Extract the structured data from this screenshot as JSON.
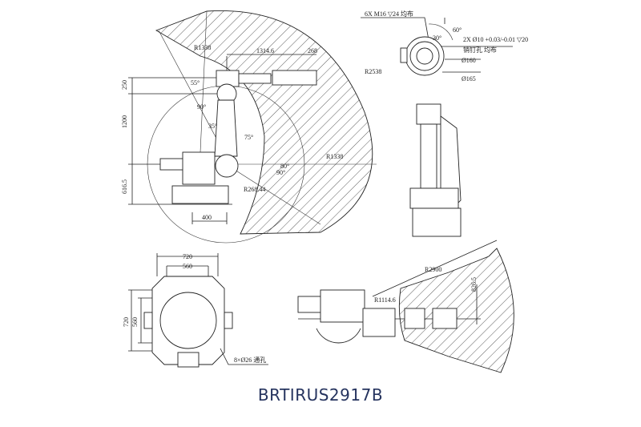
{
  "model_name": "BRTIRUS2917B",
  "colors": {
    "title": "#25335e",
    "line": "#222222"
  },
  "side_view": {
    "labels": {
      "r1338_top": "R1338",
      "reach_horizontal": "1314.6",
      "wrist_offset": "268",
      "r2538": "R2538",
      "r1338_mid": "R1338",
      "r268": "R268.44",
      "h250": "250",
      "h1200": "1200",
      "h616": "616.5",
      "w400": "400",
      "a55": "55°",
      "a90": "90°",
      "a35": "35°",
      "a75": "75°",
      "a80": "80°",
      "a90b": "90°"
    }
  },
  "flange_view": {
    "bolt_note": "6X M16 ▽24 均布",
    "angle60": "60°",
    "angle30": "30°",
    "pin_note": "2X Ø10 +0.03/-0.01 ▽20",
    "pin_note2": "销钉孔 均布",
    "d160": "Ø160",
    "d165": "Ø165"
  },
  "base_view": {
    "w720": "720",
    "w560": "560",
    "h720": "720",
    "h560": "560",
    "hole_note": "8×Ø26 通孔"
  },
  "top_view": {
    "r2900": "R2900",
    "r1114": "R1114.6",
    "dim826": "826.5"
  }
}
